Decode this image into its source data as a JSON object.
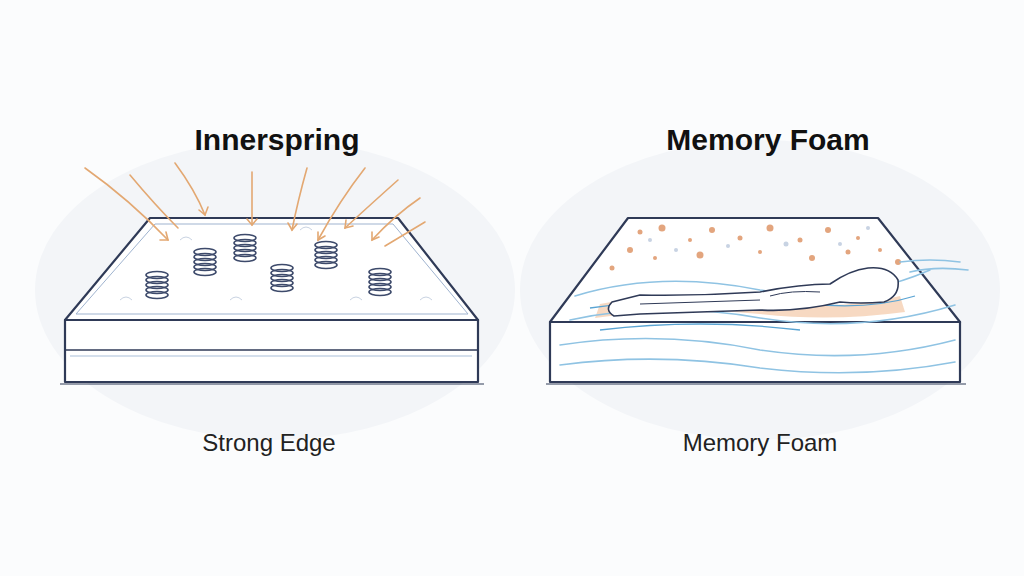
{
  "diagram": {
    "labels": [
      "Innerspring",
      "Memory Foam",
      "Strong Edge",
      "Memory Foam"
    ]
  }
}
